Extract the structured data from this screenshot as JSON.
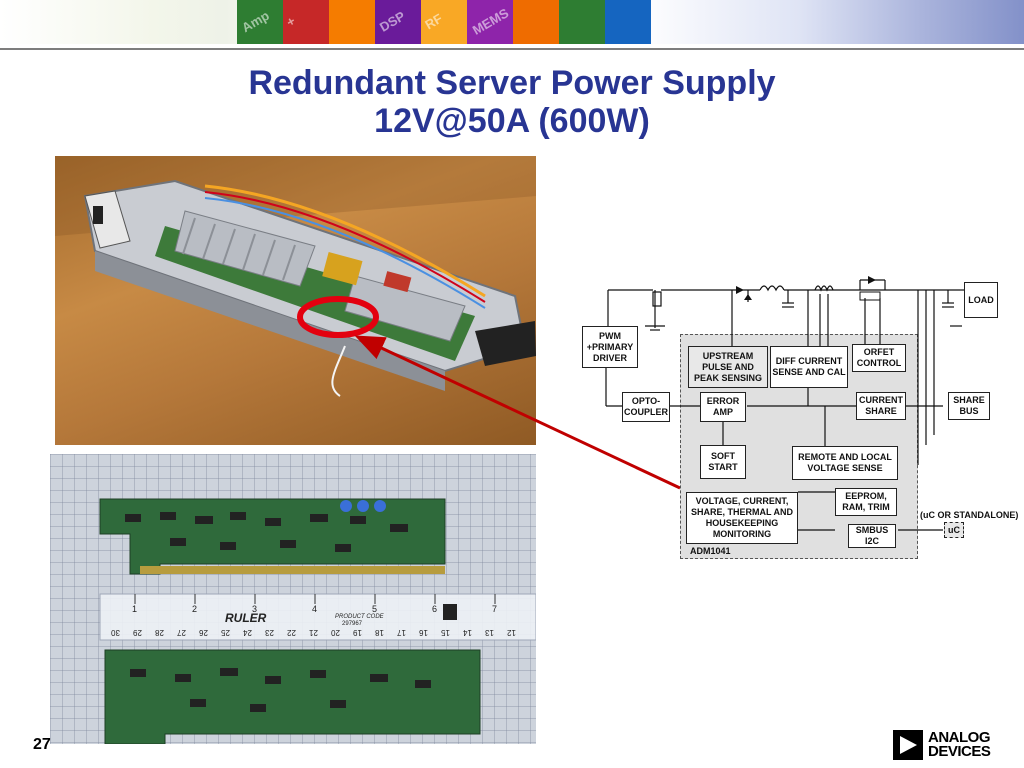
{
  "banner": {
    "tiles": [
      {
        "label": "Amp",
        "color": "#2e7d32"
      },
      {
        "label": "+",
        "color": "#c62828"
      },
      {
        "label": "",
        "color": "#f57c00"
      },
      {
        "label": "DSP",
        "color": "#6a1b9a"
      },
      {
        "label": "RF",
        "color": "#f9a825"
      },
      {
        "label": "MEMS",
        "color": "#8e24aa"
      },
      {
        "label": "",
        "color": "#ef6c00"
      },
      {
        "label": "",
        "color": "#2e7d32"
      },
      {
        "label": "",
        "color": "#1565c0"
      }
    ]
  },
  "title": {
    "line1": "Redundant Server Power Supply",
    "line2": "12V@50A (600W)"
  },
  "photos": {
    "ruler": {
      "label": "RULER",
      "product_code": "PRODUCT CODE",
      "code": "297967",
      "inch_numbers": [
        "1",
        "2",
        "3",
        "4",
        "5",
        "6",
        "7"
      ],
      "cm_numbers": [
        "30",
        "29",
        "28",
        "27",
        "26",
        "25",
        "24",
        "23",
        "22",
        "21",
        "20",
        "19",
        "18",
        "17",
        "16",
        "15",
        "14",
        "13",
        "12"
      ]
    }
  },
  "diagram": {
    "chip_label": "ADM1041",
    "blocks": {
      "pwm": "PWM\n+PRIMARY\nDRIVER",
      "opto": "OPTO-\nCOUPLER",
      "upstream": "UPSTREAM\nPULSE AND\nPEAK SENSING",
      "diff": "DIFF CURRENT\nSENSE AND CAL",
      "orfet": "ORFET\nCONTROL",
      "error": "ERROR\nAMP",
      "current_share": "CURRENT\nSHARE",
      "soft": "SOFT\nSTART",
      "remote": "REMOTE AND LOCAL\nVOLTAGE SENSE",
      "voltage": "VOLTAGE, CURRENT,\nSHARE, THERMAL AND\nHOUSEKEEPING\nMONITORING",
      "eeprom": "EEPROM,\nRAM, TRIM",
      "smbus": "SMBUS\nI2C",
      "load": "LOAD",
      "share_bus": "SHARE\nBUS",
      "uc": "uC"
    },
    "uc_note": "(uC OR STANDALONE)"
  },
  "page_number": "27",
  "logo": {
    "text": "ANALOG\nDEVICES"
  }
}
